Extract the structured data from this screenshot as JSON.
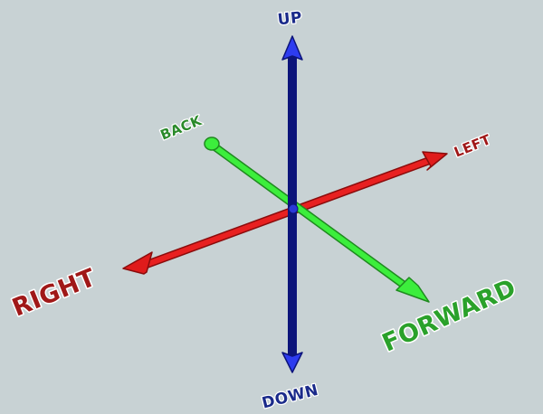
{
  "labels": {
    "up": "UP",
    "down": "DOWN",
    "left": "LEFT",
    "right": "RIGHT",
    "forward": "FORWARD",
    "back": "BACK"
  },
  "colors": {
    "background": "#c8d2d4",
    "vertical_axis": "#1f2bd6",
    "lateral_axis": "#e01b1b",
    "depth_axis": "#2fd52f",
    "up_label": "#1a2a8a",
    "down_label": "#1a2a8a",
    "left_label": "#a01818",
    "right_label": "#a01818",
    "forward_label": "#2aa12a",
    "back_label": "#2a8a2a"
  }
}
